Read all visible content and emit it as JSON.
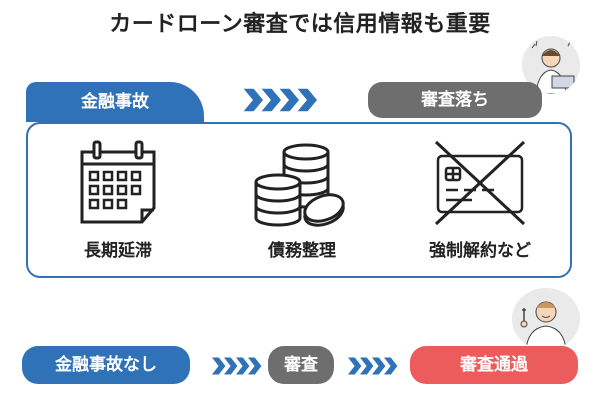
{
  "title": "カードローン審査では信用情報も重要",
  "top_flow": {
    "start_label": "金融事故",
    "end_label": "審査落ち"
  },
  "panel_items": [
    {
      "label": "長期延滞",
      "icon": "calendar-icon"
    },
    {
      "label": "債務整理",
      "icon": "coin-stack-icon"
    },
    {
      "label": "強制解約など",
      "icon": "crossed-credit-card-icon"
    }
  ],
  "bottom_flow": {
    "start_label": "金融事故なし",
    "middle_label": "審査",
    "end_label": "審査通過"
  },
  "colors": {
    "blue": "#2f72b7",
    "gray": "#6e6e6e",
    "red": "#ec5c5c",
    "arrow_blue": "#2f72b7"
  }
}
